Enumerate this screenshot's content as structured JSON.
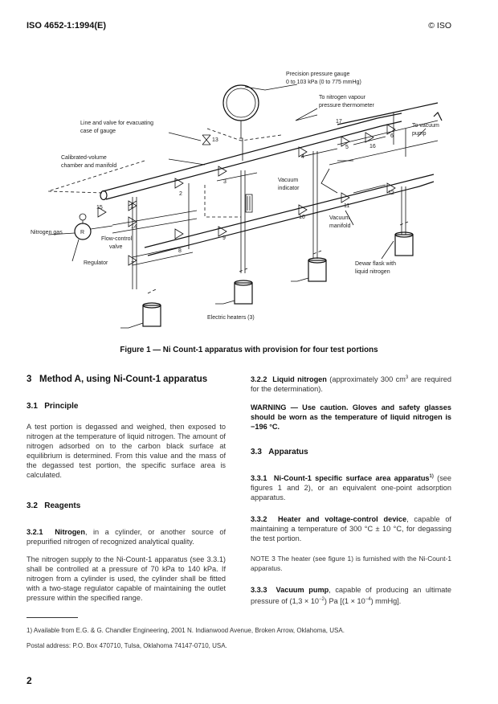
{
  "header": {
    "left": "ISO 4652-1:1994(E)",
    "right": "© ISO"
  },
  "figure": {
    "caption": "Figure 1 — Ni Count-1 apparatus with provision for four test portions",
    "labels": {
      "gauge": "Precision pressure gauge",
      "gauge_range": "0 to 103 kPa (0 to 775 mmHg)",
      "thermo1": "To nitrogen vapour",
      "thermo2": "pressure thermometer",
      "evac1": "Line and valve for evacuating",
      "evac2": "case of gauge",
      "calib1": "Calibrated-volume",
      "calib2": "chamber and manifold",
      "pump1": "To vacuum",
      "pump2": "pump",
      "vac_ind1": "Vacuum",
      "vac_ind2": "indicator",
      "vac_man1": "Vacuum",
      "vac_man2": "manifold",
      "nitrogen": "Nitrogen gas",
      "regulator_symbol": "R",
      "flow1": "Flow-control",
      "flow2": "valve",
      "regulator": "Regulator",
      "dewar1": "Dewar flask with",
      "dewar2": "liquid nitrogen",
      "heaters": "Electric heaters (3)"
    },
    "numbers": [
      "1",
      "2",
      "3",
      "4",
      "5",
      "6",
      "7",
      "8",
      "9",
      "10",
      "11",
      "12",
      "13",
      "14",
      "15",
      "16",
      "17"
    ]
  },
  "left": {
    "s3": {
      "num": "3",
      "title": "Method A, using Ni-Count-1 apparatus"
    },
    "s31": {
      "num": "3.1",
      "title": "Principle",
      "body": "A test portion is degassed and weighed, then exposed to nitrogen at the temperature of liquid nitrogen. The amount of nitrogen adsorbed on to the carbon black surface at equilibrium is determined. From this value and the mass of the degassed test portion, the specific surface area is calculated."
    },
    "s32": {
      "num": "3.2",
      "title": "Reagents"
    },
    "s321": {
      "num": "3.2.1",
      "title": "Nitrogen",
      "body": ", in a cylinder, or another source of prepurified nitrogen of recognized analytical quality."
    },
    "p_supply": "The nitrogen supply to the Ni-Count-1 apparatus (see 3.3.1) shall be controlled at a pressure of 70 kPa to 140 kPa. If nitrogen from a cylinder is used, the cylinder shall be fitted with a two-stage regulator capable of maintaining the outlet pressure within the specified range."
  },
  "right": {
    "s322": {
      "num": "3.2.2",
      "title": "Liquid nitrogen",
      "body_a": " (approximately 300 cm",
      "sup": "3",
      "body_b": " are required for the determination)."
    },
    "warning": "WARNING — Use caution. Gloves and safety glasses should be worn as the temperature of liquid nitrogen is −196 °C.",
    "s33": {
      "num": "3.3",
      "title": "Apparatus"
    },
    "s331": {
      "num": "3.3.1",
      "title": "Ni-Count-1 specific surface area apparatus",
      "fn": "1)",
      "body": " (see figures 1 and 2), or an equivalent one-point adsorption apparatus."
    },
    "s332": {
      "num": "3.3.2",
      "title": "Heater and voltage-control device",
      "body": ", capable of maintaining a temperature of 300 °C ± 10 °C, for degassing the test portion."
    },
    "note3": "NOTE 3   The heater (see figure 1) is furnished with the Ni-Count-1 apparatus.",
    "s333": {
      "num": "3.3.3",
      "title": "Vacuum pump",
      "body": ", capable of producing an ultimate pressure of (1,3 × 10",
      "exp1": "−2",
      "body2": ") Pa [(1 × 10",
      "exp2": "−4",
      "body3": ") mmHg]."
    }
  },
  "footnote": {
    "line1": "1)  Available from E.G. & G. Chandler Engineering, 2001 N. Indianwood Avenue, Broken Arrow, Oklahoma, USA.",
    "line2": "Postal address: P.O. Box 470710, Tulsa, Oklahoma 74147-0710, USA."
  },
  "page_number": "2"
}
